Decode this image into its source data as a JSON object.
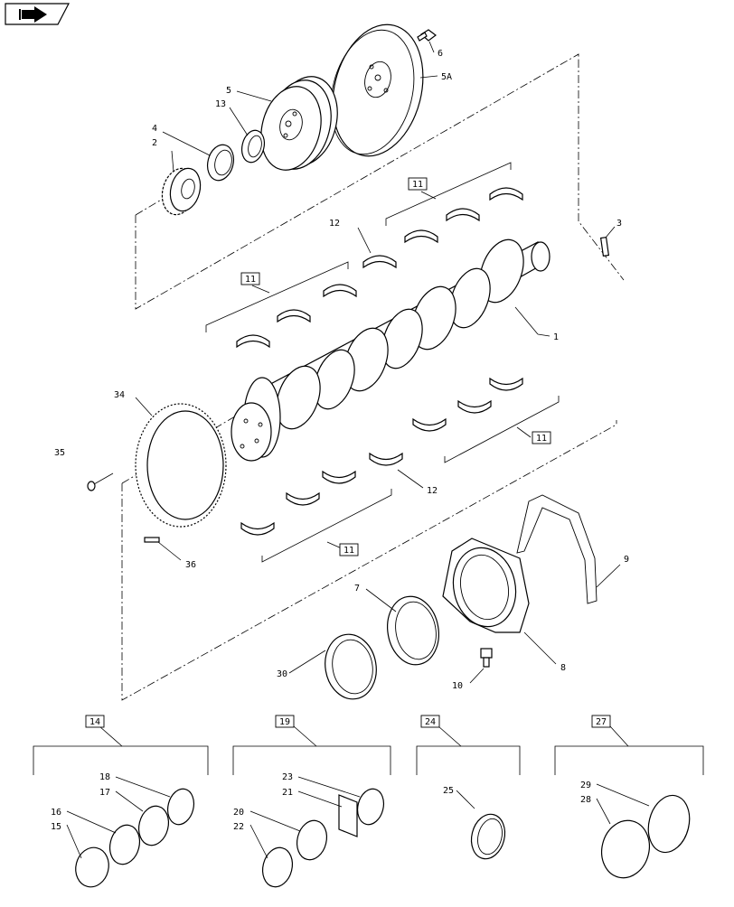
{
  "diagram": {
    "nav_icon": "arrow-icon",
    "callouts": {
      "c1": "1",
      "c2": "2",
      "c3": "3",
      "c4": "4",
      "c5": "5",
      "c5a": "5A",
      "c6": "6",
      "c7": "7",
      "c8": "8",
      "c9": "9",
      "c10": "10",
      "c12a": "12",
      "c12b": "12",
      "c13": "13",
      "c15": "15",
      "c16": "16",
      "c17": "17",
      "c18": "18",
      "c20": "20",
      "c21": "21",
      "c22": "22",
      "c23": "23",
      "c25": "25",
      "c28": "28",
      "c29": "29",
      "c30": "30",
      "c34": "34",
      "c35": "35",
      "c36": "36"
    },
    "kits": {
      "k11a": "11",
      "k11b": "11",
      "k11c": "11",
      "k11d": "11",
      "k14": "14",
      "k19": "19",
      "k24": "24",
      "k27": "27"
    }
  }
}
